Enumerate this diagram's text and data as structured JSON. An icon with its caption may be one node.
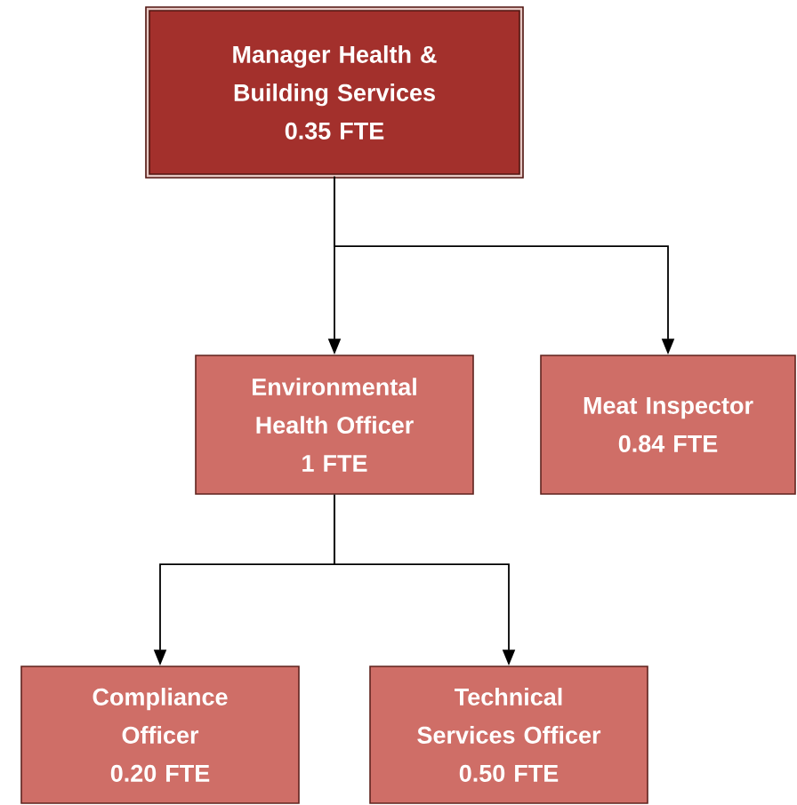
{
  "diagram": {
    "nodes": [
      {
        "text": [
          "Manager Health & Building Services",
          "0.35 FTE"
        ]
      },
      {
        "text": [
          "Environmental Health Officer",
          "1 FTE"
        ]
      },
      {
        "text": [
          "Meat Inspector",
          "0.84 FTE"
        ]
      },
      {
        "text": [
          "Compliance Officer",
          "0.20 FTE"
        ]
      },
      {
        "text": [
          "Technical Services Officer",
          "0.50 FTE"
        ]
      }
    ],
    "edges": [
      {
        "from": 0,
        "to": 1,
        "arrow": "to"
      },
      {
        "from": 0,
        "to": 2,
        "arrow": "to"
      },
      {
        "from": 1,
        "to": 3,
        "arrow": "to"
      },
      {
        "from": 1,
        "to": 4,
        "arrow": "to"
      }
    ]
  }
}
